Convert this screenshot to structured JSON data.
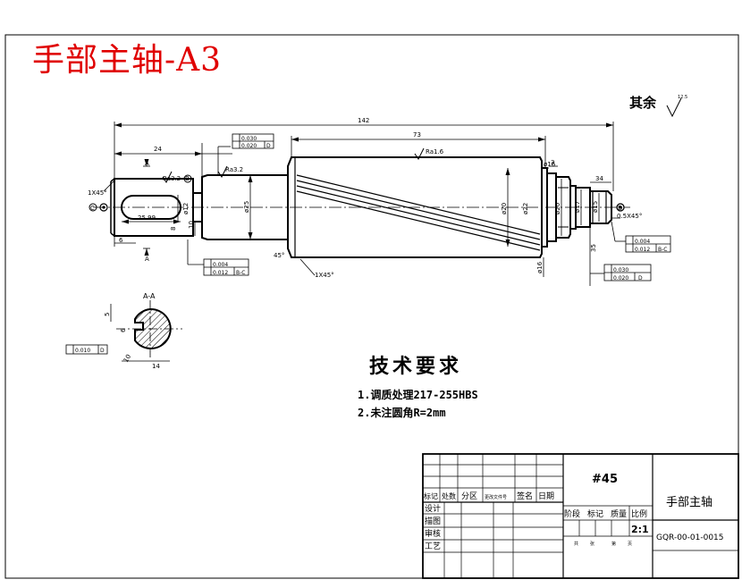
{
  "drawing": {
    "title": "手部主轴-A3",
    "surface_finish_rest_label": "其余",
    "surface_finish_rest_value": "12.5",
    "dimensions": {
      "overall_length": "142",
      "length_73": "73",
      "length_24": "24",
      "length_6": "6",
      "length_34": "34",
      "keyway_width": "25.99",
      "dia_16": "ø16",
      "dia_20": "ø20",
      "dia_22": "ø22",
      "dia_25": "ø25",
      "dia_20b": "ø20",
      "dia_17": "ø17",
      "dia_15": "ø15",
      "dia_12": "ø12",
      "dim_8": "8",
      "dim_10": "10",
      "dim_3": "3",
      "dim_6b": "ø16",
      "dim_35": "35",
      "chamfer_left": "1X45°",
      "chamfer_mid": "1X45°",
      "chamfer_right": "0.5X45°",
      "ra32_a": "Ra3.2",
      "ra32_b": "Ra3.2",
      "ra16": "Ra1.6",
      "section_a_top": "A",
      "section_a_bottom": "A",
      "section_label": "A-A",
      "section_dim_5": "5",
      "section_dim_6": "6",
      "section_dim_10": "10",
      "section_dim_14": "14",
      "angle_45": "45°",
      "datum_b": "B",
      "datum_c": "C",
      "datum_d": "D"
    },
    "tolerances": {
      "fcf1_val1": "0.030",
      "fcf1_val2": "0.020",
      "fcf1_ref": "D",
      "fcf2_val1": "0.004",
      "fcf2_val2": "0.012",
      "fcf2_ref": "B-C",
      "fcf3_val1": "0.004",
      "fcf3_val2": "0.012",
      "fcf3_ref": "B-C",
      "fcf4_val1": "0.030",
      "fcf4_val2": "0.020",
      "fcf4_ref": "D",
      "fcf5_val": "0.010",
      "fcf5_ref": "D"
    },
    "technical_requirements": {
      "heading": "技术要求",
      "items": [
        "1.调质处理217-255HBS",
        "2.未注圆角R=2mm"
      ]
    }
  },
  "title_block": {
    "material": "#45",
    "part_name": "手部主轴",
    "drawing_number": "GQR-00-01-0015",
    "scale": "2:1",
    "headers": [
      "标记",
      "处数",
      "分区",
      "更改文件号",
      "签名",
      "日期"
    ],
    "roles": [
      "设计",
      "描图",
      "审核",
      "工艺"
    ],
    "stage_headers": [
      "阶段",
      "标记",
      "质量",
      "比例"
    ],
    "sheet_labels": [
      "共",
      "张",
      "第",
      "页"
    ]
  },
  "colors": {
    "title": "#e00000",
    "lines": "#000000"
  }
}
